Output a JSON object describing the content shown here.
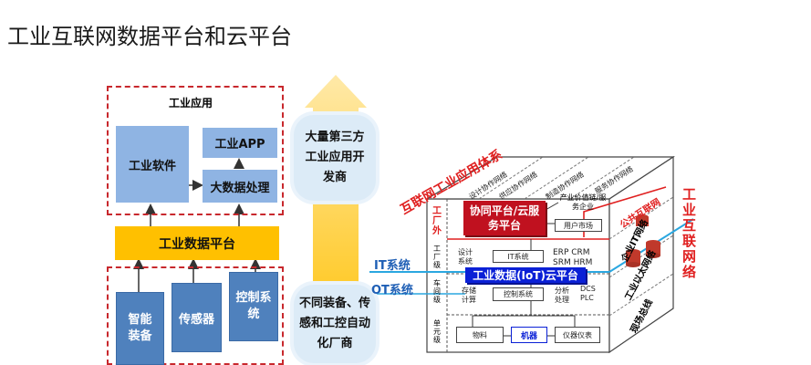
{
  "page_title": "工业互联网数据平台和云平台",
  "left": {
    "app_label": "工业应用",
    "software": "工业软件",
    "app": "工业APP",
    "bigdata": "大数据处理",
    "platform": "工业数据平台",
    "device1": "智能装备",
    "device2": "传感器",
    "device3": "控制系统"
  },
  "middle": {
    "top_bubble": "大量第三方工业应用开发商",
    "bottom_bubble": "不同装备、传感和工控自动化厂商"
  },
  "right": {
    "it_label": "IT系统",
    "ot_label": "OT系统",
    "system_title": "互联网工业应用体系",
    "row_factory_out": "工厂外",
    "row_factory": "工厂级",
    "row_workshop": "车间级",
    "row_unit": "单元级",
    "collab_cloud": "协同平台/云服务平台",
    "value_chain": "产业价值链/服务企业",
    "user_market": "用户市场",
    "design_sys": "设计系统",
    "it_sys": "IT系统",
    "erp_crm": "ERP CRM",
    "srm_hrm": "SRM HRM",
    "storage_compute": "存储计算",
    "control_sys": "控制系统",
    "analysis_proc": "分析处理",
    "dcs_plc": "DCS PLC",
    "iot_cloud": "工业数据(IoT)云平台",
    "material": "物料",
    "machine": "机器",
    "instrument": "仪器仪表",
    "top_net1": "设计协作网络",
    "top_net2": "供应协作网络",
    "top_net3": "制造协作网络",
    "top_net4": "服务协作网络",
    "public_net": "公共互联网",
    "enterprise_it": "企业IT网络",
    "industrial_eth": "工业以太网络",
    "field_bus": "现场总线",
    "industrial_internet": "工业互联网络"
  },
  "colors": {
    "accent_red": "#e02020",
    "iot_blue": "#0a20d6",
    "platform_yellow": "#ffc000",
    "box_light": "#8fb4e3",
    "box_dark": "#4f81bd",
    "it_line": "#2aa7e0"
  }
}
